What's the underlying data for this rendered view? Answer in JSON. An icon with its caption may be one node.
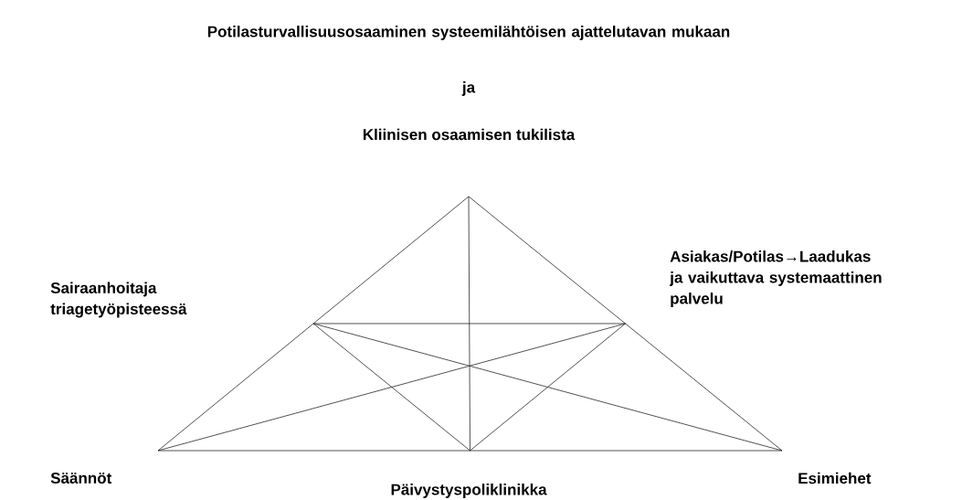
{
  "diagram": {
    "labels": [
      "Potilasturvallisuusosaaminen systeemilähtöisen ajattelutavan mukaan",
      "ja",
      "Kliinisen osaamisen tukilista",
      "Sairaanhoitaja triagetyöpisteessä",
      "Asiakas/Potilas→Laadukas ja vaikuttava systemaattinen palvelu",
      "Säännöt",
      "Päivystyspoliklinikka",
      "Esimiehet"
    ]
  }
}
